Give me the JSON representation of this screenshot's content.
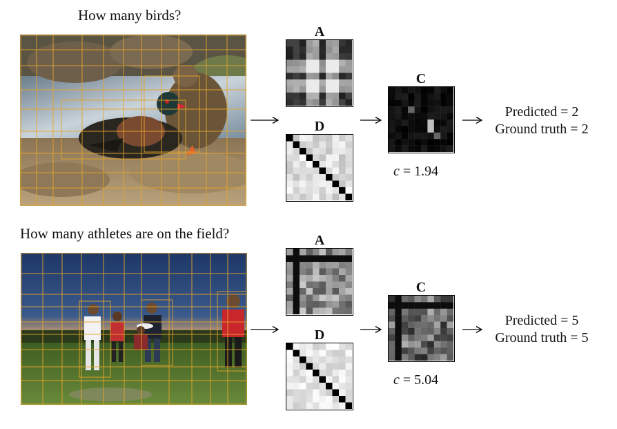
{
  "examples": [
    {
      "question": "How many birds?",
      "label_a": "A",
      "label_d": "D",
      "label_c": "C",
      "c_symbol": "c",
      "c_equals": "= 1.94",
      "predicted": "Predicted = 2",
      "ground_truth": "Ground truth = 2"
    },
    {
      "question": "How many athletes are on the field?",
      "label_a": "A",
      "label_d": "D",
      "label_c": "C",
      "c_symbol": "c",
      "c_equals": "= 5.04",
      "predicted": "Predicted = 5",
      "ground_truth": "Ground truth = 5"
    }
  ],
  "colors": {
    "box_outline": "#e6a52a",
    "arrow": "#000000"
  }
}
